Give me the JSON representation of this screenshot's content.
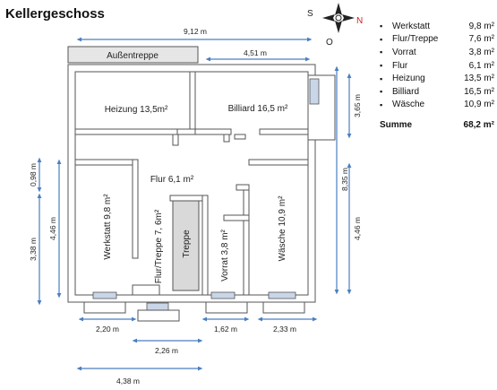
{
  "title": "Kellergeschoss",
  "compass": {
    "south": "S",
    "north": "N",
    "east": "O"
  },
  "rooms": {
    "aussentreppe": "Außentreppe",
    "heizung": "Heizung 13,5m²",
    "billiard": "Billiard 16,5 m²",
    "flur": "Flur 6,1 m²",
    "werkstatt": "Werkstatt 9,8 m²",
    "flurtreppe": "Flur/Treppe 7, 6m²",
    "treppe": "Treppe",
    "vorrat": "Vorrat 3,8 m²",
    "waesche": "Wäsche 10,9 m²"
  },
  "dimensions": {
    "total_width": "9,12 m",
    "billiard_width": "4,51 m",
    "right_upper": "3,65 m",
    "right_total": "8,35 m",
    "right_lower": "4,46 m",
    "left_small": "0,98 m",
    "left_inner": "4,46 m",
    "left_outer": "3,38 m",
    "bottom_1": "2,20 m",
    "bottom_2": "1,62 m",
    "bottom_3": "2,33 m",
    "bottom_4": "2,26 m",
    "bottom_5": "4,38 m"
  },
  "legend": {
    "items": [
      {
        "name": "Werkstatt",
        "value": "9,8 m²"
      },
      {
        "name": "Flur/Treppe",
        "value": "7,6 m²"
      },
      {
        "name": "Vorrat",
        "value": "3,8 m²"
      },
      {
        "name": "Flur",
        "value": "6,1 m²"
      },
      {
        "name": "Heizung",
        "value": "13,5 m²"
      },
      {
        "name": "Billiard",
        "value": "16,5 m²"
      },
      {
        "name": "Wäsche",
        "value": "10,9 m²"
      }
    ],
    "sum_label": "Summe",
    "sum_value": "68,2 m²"
  },
  "colors": {
    "wall": "#555555",
    "wall_fill": "#ffffff",
    "window": "#c9d6e8",
    "stair": "#d9d9d9",
    "dim": "#4a7fc1"
  }
}
